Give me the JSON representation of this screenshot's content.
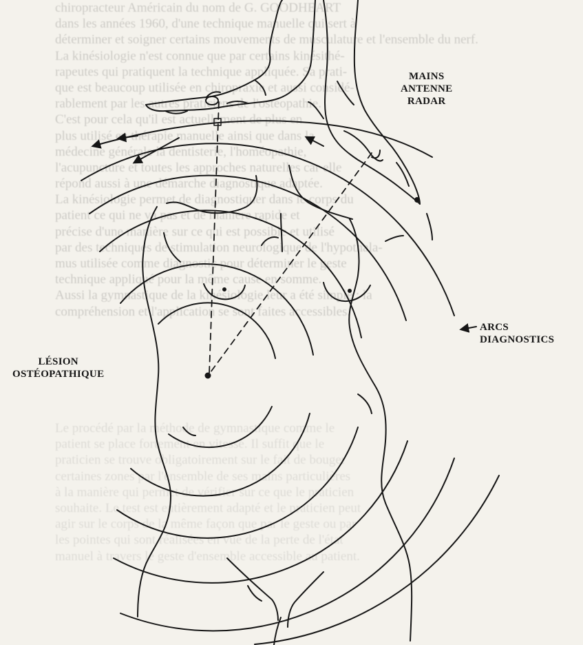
{
  "labels": {
    "mains": [
      "MAINS",
      "ANTENNE",
      "RADAR"
    ],
    "arcs": [
      "ARCS",
      "DIAGNOSTICS"
    ],
    "lesion": [
      "LÉSION",
      "OSTÉOPATHIQUE"
    ]
  },
  "background_text": {
    "top": [
      "chiropracteur Américain du nom de G. GOODHEART",
      "dans les années 1960, d'une technique manuelle qui sert à",
      "déterminer et soigner certains mouvements de musculature et l'ensemble du nerf.",
      "La kinésiologie n'est connue que par certains kinésithé-",
      "rapeutes qui pratiquent la technique appliquée. Sa prati-",
      "que est beaucoup utilisée en chiropraxie et aussi considé-",
      "rablement par les autres praticiens de l'ostéopathie.",
      "C'est pour cela qu'il est actuellement de plus en",
      "plus utilisé en thérapie manuelle ainsi que dans la",
      "médecine générale la dentisterie, l'homéopathie,",
      "l'acupuncture et toutes les approches naturelles car elle",
      "répond aussi à une démarche diagnostique adaptée.",
      "La kinésiologie permet de diagnostiquer dans le corps du",
      "patient ce qui ne va pas et de manière rapide et",
      "précise d'une manière sur ce qui est possible et utilisé",
      "par des techniques de stimulation neurologique de l'hypothala-",
      "mus utilisée comme diagnostic pour déterminer le geste",
      "technique appliqué pour la même cause en somme.",
      "Aussi la gymnastique de la kinésiologie leur a été simple : la",
      "compréhension et l'application se sont faites accessibles."
    ],
    "bottom": [
      "Le procédé par la méthode de gymnastique comme le",
      "patient se place fortement en vitesse. Il suffit que le",
      "praticien se trouve obligatoirement sur le fait de bouger",
      "certaines zones par l'ensemble de ses mains particulières",
      "à la manière qui permet de vérifier sur ce que le praticien",
      "souhaite. Le test est entièrement adapté et le praticien peut",
      "agir sur le corps de la même façon que par le geste ou par",
      "les pointes qui sont réalisées en vue de la perte de l'état",
      "manuel à travers le geste d'ensemble accessible au patient."
    ]
  }
}
